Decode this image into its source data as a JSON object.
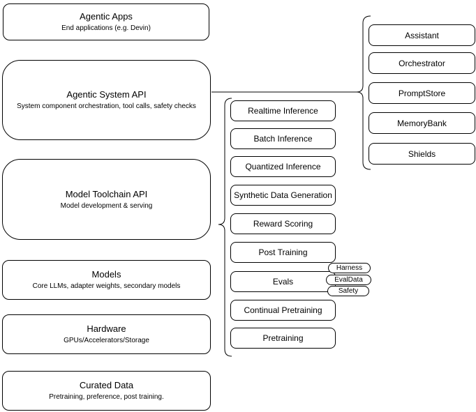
{
  "diagram": {
    "colors": {
      "stroke": "#000000",
      "node_fill": "#ffffff",
      "background": "#ffffff"
    },
    "stack": {
      "boxes": [
        {
          "title": "Agentic Apps",
          "subtitle": "End applications (e.g. Devin)"
        },
        {
          "title": "Agentic System API",
          "subtitle": "System component orchestration, tool calls, safety checks"
        },
        {
          "title": "Model Toolchain API",
          "subtitle": "Model development & serving"
        },
        {
          "title": "Models",
          "subtitle": "Core LLMs, adapter weights, secondary models"
        },
        {
          "title": "Hardware",
          "subtitle": "GPUs/Accelerators/Storage"
        },
        {
          "title": "Curated Data",
          "subtitle": "Pretraining, preference, post training."
        }
      ]
    },
    "toolchain_group": {
      "items": [
        "Realtime Inference",
        "Batch Inference",
        "Quantized Inference",
        "Synthetic Data Generation",
        "Reward Scoring",
        "Post Training",
        "Evals",
        "Continual Pretraining",
        "Pretraining"
      ],
      "evals_tags": [
        "Harness",
        "EvalData",
        "Safety"
      ]
    },
    "system_group": {
      "items": [
        "Assistant",
        "Orchestrator",
        "PromptStore",
        "MemoryBank",
        "Shields"
      ]
    }
  }
}
